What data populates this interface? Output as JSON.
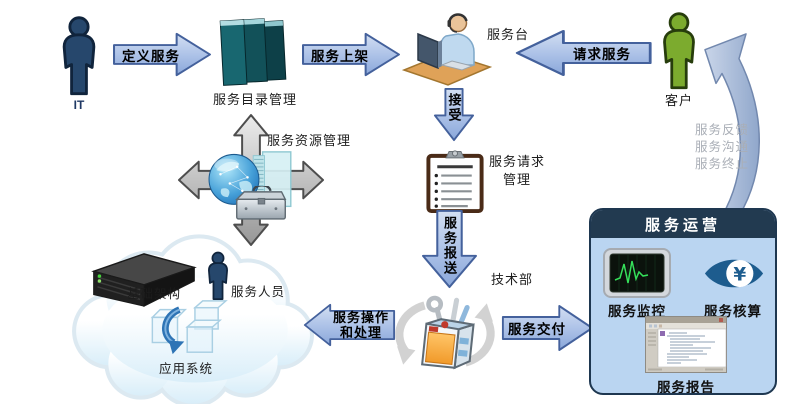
{
  "labels": {
    "it": "IT",
    "catalog": "服务目录管理",
    "desk": "服务台",
    "customer": "客户",
    "request_mgmt_1": "服务请求",
    "request_mgmt_2": "管理",
    "resource": "服务资源管理",
    "tech": "技术部",
    "infra": "基础架构",
    "staff": "服务人员",
    "app": "应用系统"
  },
  "arrows": {
    "define": "定义服务",
    "launch": "服务上架",
    "request": "请求服务",
    "accept": "接受",
    "submit": "服务报送",
    "delivery": "服务交付",
    "operation_1": "服务操作",
    "operation_2": "和处理"
  },
  "feedback": [
    "服务反馈",
    "服务沟通",
    "服务终止"
  ],
  "operations": {
    "title": "服务运营",
    "monitoring": "服务监控",
    "accounting": "服务核算",
    "report": "服务报告",
    "accounting_symbol": "¥"
  },
  "colors": {
    "arrow_fill": "#9db6e0",
    "arrow_border": "#44619c",
    "ops_header": "#223a50",
    "ops_body": "#bad5f1",
    "customer_green": "#7cab2e",
    "person_navy": "#26476c",
    "feedback_text": "#a9aeb6",
    "books_teal": "#186770"
  }
}
